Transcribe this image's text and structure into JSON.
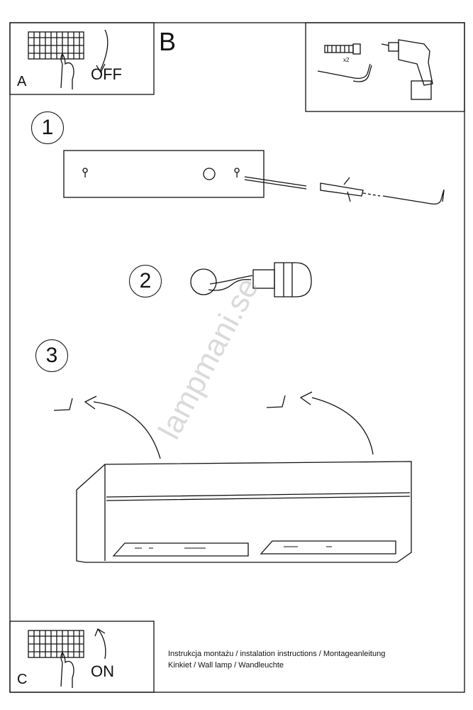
{
  "panel_a": {
    "letter": "A",
    "switch_label": "OFF"
  },
  "panel_b": {
    "letter": "B",
    "quantity_label": "x2"
  },
  "steps": [
    "1",
    "2",
    "3"
  ],
  "panel_c": {
    "letter": "C",
    "switch_label": "ON"
  },
  "footer": {
    "line1": "Instrukcja montażu / instalation instructions / Montageanleitung",
    "line2": "Kinkiet / Wall lamp / Wandleuchte"
  },
  "watermark": "lampmani.se"
}
